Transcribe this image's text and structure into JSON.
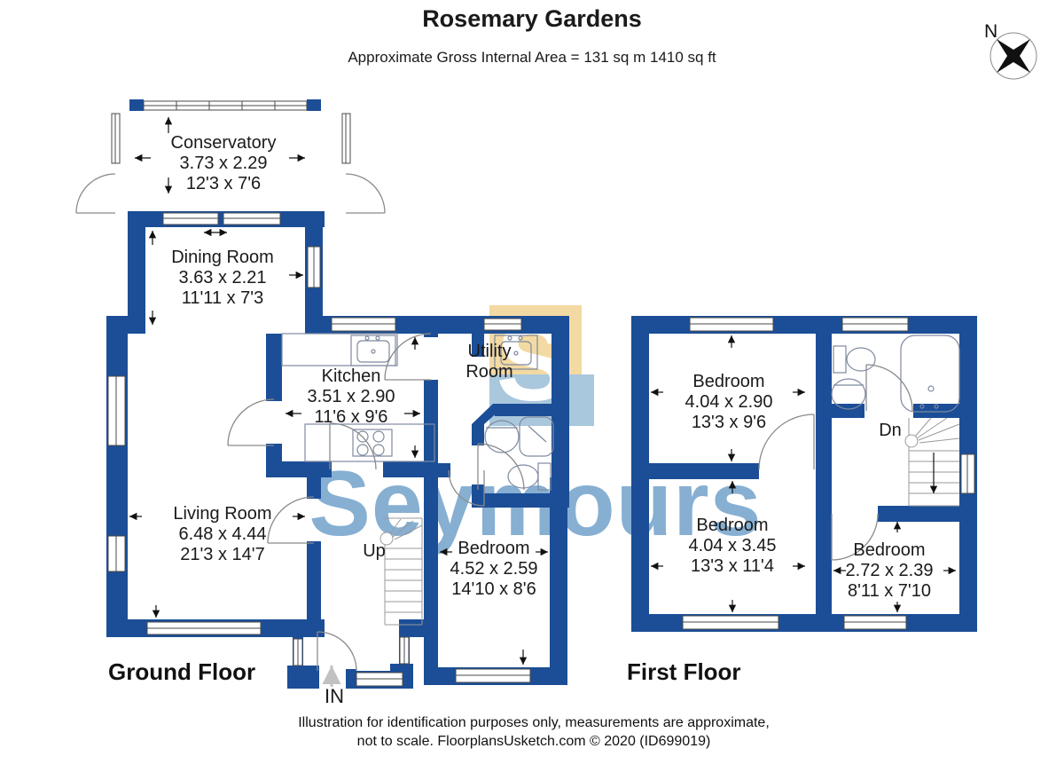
{
  "header": {
    "title": "Rosemary Gardens",
    "subtitle": "Approximate Gross Internal Area = 131 sq m 1410 sq ft"
  },
  "compass": {
    "label": "N"
  },
  "watermark": {
    "brand": "Seymours",
    "logo_letter": "S",
    "brand_color": "#86afd2",
    "logo_yellow": "#f3d9a2",
    "logo_blue": "#a9c7dd"
  },
  "palette": {
    "wall_blue": "#1b4e97"
  },
  "floors": {
    "ground": {
      "label": "Ground Floor",
      "stairs_label": "Up",
      "entrance_label": "IN",
      "rooms": {
        "conservatory": {
          "name": "Conservatory",
          "metric": "3.73 x 2.29",
          "imperial": "12'3 x 7'6"
        },
        "dining": {
          "name": "Dining Room",
          "metric": "3.63 x 2.21",
          "imperial": "11'11 x 7'3"
        },
        "kitchen": {
          "name": "Kitchen",
          "metric": "3.51 x 2.90",
          "imperial": "11'6 x 9'6"
        },
        "utility": {
          "name_line1": "Utility",
          "name_line2": "Room"
        },
        "living": {
          "name": "Living Room",
          "metric": "6.48 x 4.44",
          "imperial": "21'3 x 14'7"
        },
        "bedroom": {
          "name": "Bedroom",
          "metric": "4.52 x 2.59",
          "imperial": "14'10 x 8'6"
        }
      }
    },
    "first": {
      "label": "First Floor",
      "stairs_label": "Dn",
      "rooms": {
        "bedroom1": {
          "name": "Bedroom",
          "metric": "4.04 x 2.90",
          "imperial": "13'3 x 9'6"
        },
        "bedroom2": {
          "name": "Bedroom",
          "metric": "4.04 x 3.45",
          "imperial": "13'3 x 11'4"
        },
        "bedroom3": {
          "name": "Bedroom",
          "metric": "2.72 x 2.39",
          "imperial": "8'11 x 7'10"
        }
      }
    }
  },
  "footer": {
    "line1": "Illustration for identification purposes only, measurements are approximate,",
    "line2": "not to scale. FloorplansUsketch.com © 2020 (ID699019)"
  }
}
